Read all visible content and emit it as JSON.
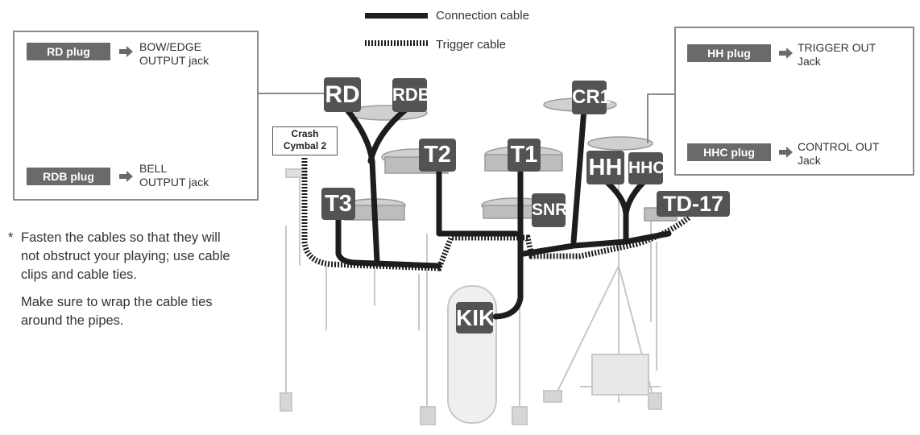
{
  "legend": {
    "connection": "Connection cable",
    "trigger": "Trigger cable"
  },
  "left_callout": {
    "top_plug": "RD plug",
    "top_jack_1": "BOW/EDGE",
    "top_jack_2": "OUTPUT jack",
    "bottom_plug": "RDB plug",
    "bottom_jack_1": "BELL",
    "bottom_jack_2": "OUTPUT jack"
  },
  "right_callout": {
    "top_plug": "HH plug",
    "top_jack_1": "TRIGGER OUT",
    "top_jack_2": "Jack",
    "bottom_plug": "HHC plug",
    "bottom_jack_1": "CONTROL OUT",
    "bottom_jack_2": "Jack"
  },
  "crash_label": {
    "line1": "Crash",
    "line2": "Cymbal 2"
  },
  "tags": {
    "rd": "RD",
    "rdb": "RDB",
    "cr1": "CR1",
    "t2": "T2",
    "t1": "T1",
    "hh": "HH",
    "hhc": "HHC",
    "t3": "T3",
    "snr": "SNR",
    "td17": "TD-17",
    "kik": "KIK"
  },
  "note": {
    "bullet": "*",
    "line1": "Fasten the cables so that they will",
    "line2": "not obstruct your playing; use cable",
    "line3": "clips and cable ties.",
    "line4": "Make sure to wrap the cable ties",
    "line5": "around the pipes."
  }
}
